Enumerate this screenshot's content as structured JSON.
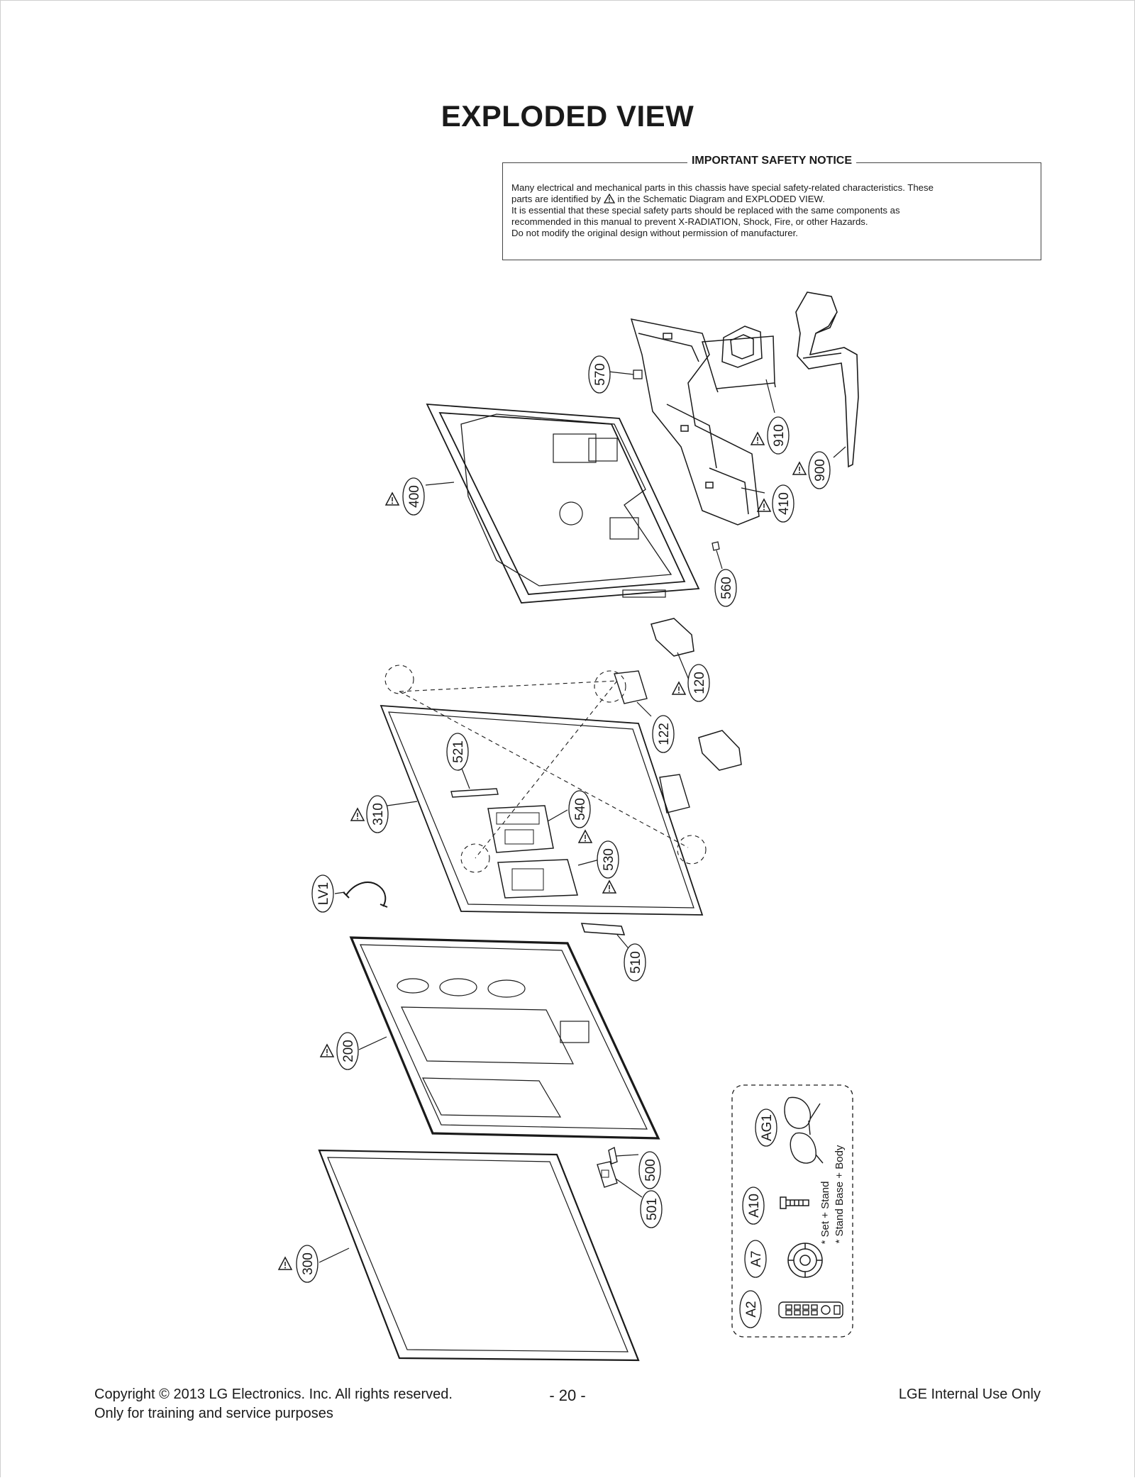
{
  "page": {
    "title": "EXPLODED VIEW",
    "page_number": "- 20 -"
  },
  "notice": {
    "title": "IMPORTANT SAFETY NOTICE",
    "line1": "Many electrical and mechanical parts in this chassis have special safety-related characteristics. These",
    "line2a": "parts are identified by",
    "line2b": "in the Schematic Diagram and EXPLODED VIEW.",
    "line3": "It is essential that these special safety parts should be replaced with the same components as",
    "line4": "recommended in this manual to prevent X-RADIATION, Shock, Fire, or other Hazards.",
    "line5": "Do not modify the original design without permission of manufacturer."
  },
  "callouts": {
    "c570": "570",
    "c910": "910",
    "c900": "900",
    "c400": "400",
    "c410": "410",
    "c560": "560",
    "c120": "120",
    "c122": "122",
    "c521": "521",
    "c310": "310",
    "c540": "540",
    "c530": "530",
    "cLV1": "LV1",
    "c510": "510",
    "c200": "200",
    "c500": "500",
    "c501": "501",
    "c300": "300",
    "cAG1": "AG1",
    "cA10": "A10",
    "cA7": "A7",
    "cA2": "A2"
  },
  "accessory_notes": {
    "note1": "* Set + Stand",
    "note2": "* Stand Base + Body"
  },
  "footer": {
    "copyright": "Copyright  © 2013  LG Electronics. Inc. All rights reserved.",
    "training": "Only for training and service purposes",
    "internal": "LGE Internal Use Only"
  },
  "icons": {
    "warning": "warning-triangle-icon"
  }
}
